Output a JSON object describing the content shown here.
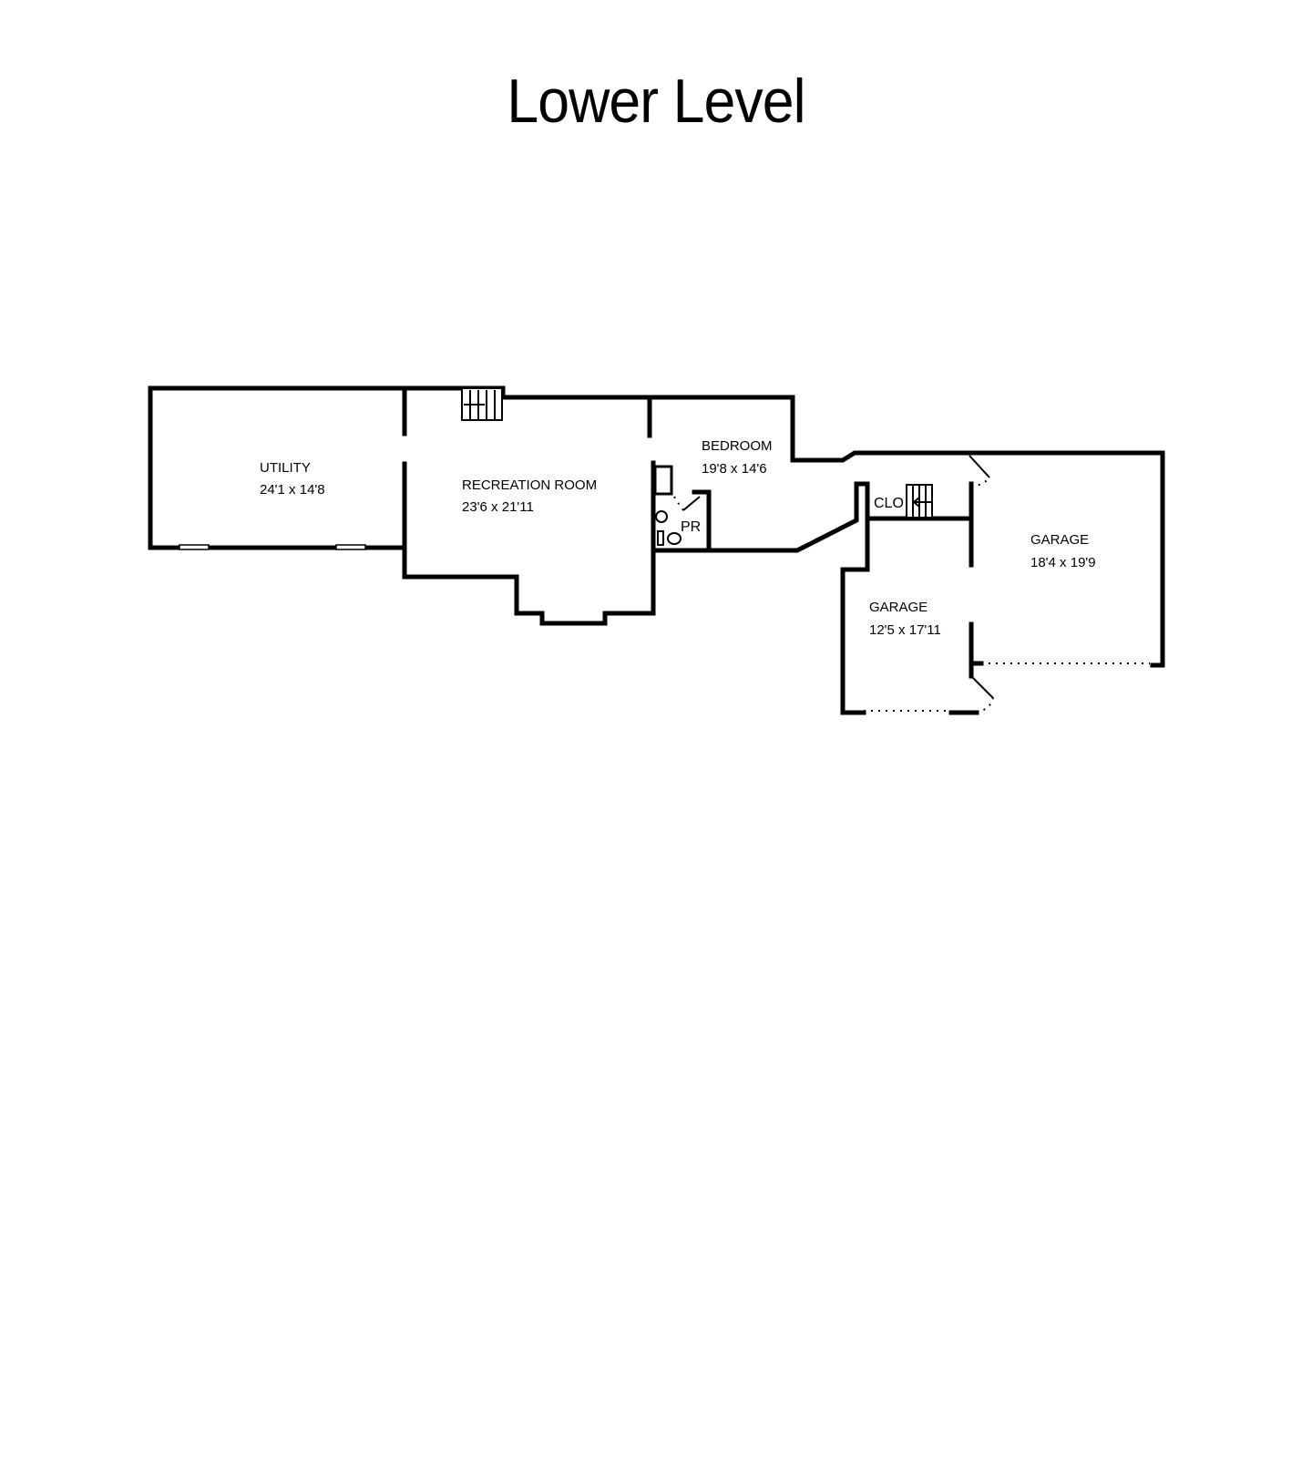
{
  "title": "Lower Level",
  "rooms": [
    {
      "name": "UTILITY",
      "size": "24'1 x 14'8"
    },
    {
      "name": "RECREATION ROOM",
      "size": "23'6 x 21'11"
    },
    {
      "name": "BEDROOM",
      "size": "19'8 x 14'6"
    },
    {
      "name": "GARAGE",
      "size": "18'4 x 19'9"
    },
    {
      "name": "GARAGE",
      "size": "12'5 x 17'11"
    }
  ],
  "small_labels": {
    "powder_room": "PR",
    "closet": "CLO"
  }
}
